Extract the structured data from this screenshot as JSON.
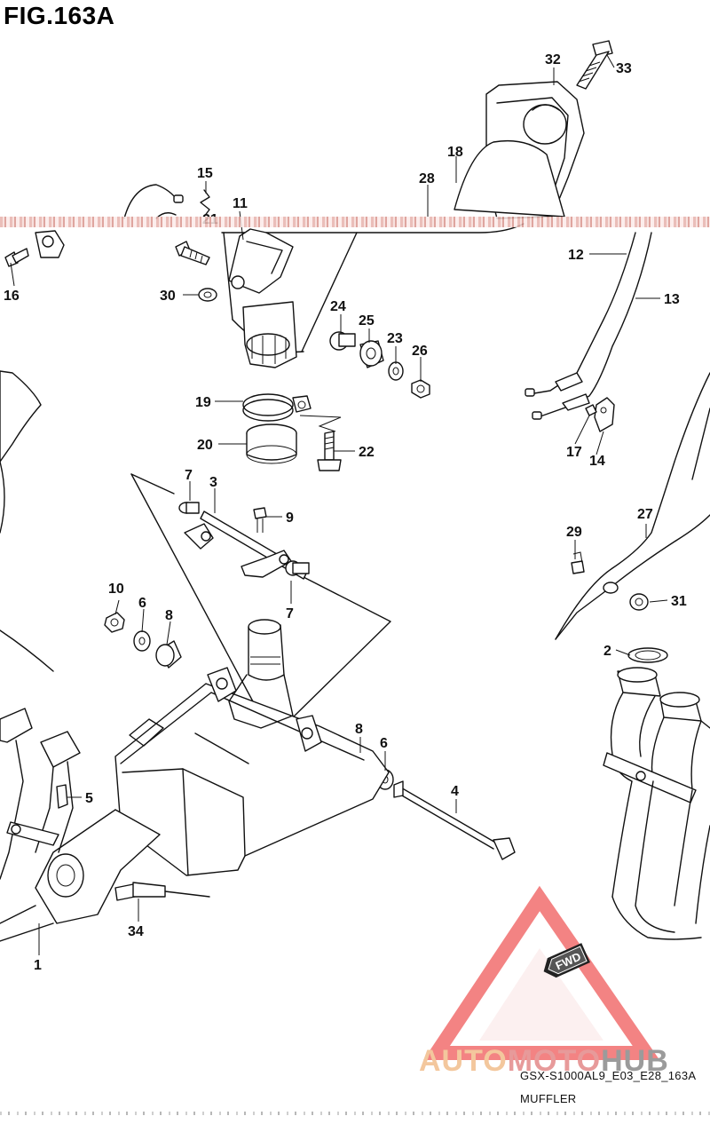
{
  "figure": {
    "title": "FIG.163A"
  },
  "footer": {
    "model_code": "GSX-S1000AL9_E03_E28_163A",
    "caption": "MUFFLER"
  },
  "badge": {
    "fwd_label": "FWD"
  },
  "watermark": {
    "part_a": "AUTO",
    "part_b": "MOTO",
    "part_c": "HUB"
  },
  "callouts": {
    "c1": "1",
    "c2": "2",
    "c3": "3",
    "c4": "4",
    "c5": "5",
    "c6a": "6",
    "c6b": "6",
    "c7a": "7",
    "c7b": "7",
    "c8a": "8",
    "c8b": "8",
    "c9": "9",
    "c10": "10",
    "c11": "11",
    "c12": "12",
    "c13": "13",
    "c14": "14",
    "c15": "15",
    "c16": "16",
    "c17": "17",
    "c18": "18",
    "c19": "19",
    "c20": "20",
    "c21": "21",
    "c22": "22",
    "c23": "23",
    "c24": "24",
    "c25": "25",
    "c26": "26",
    "c27": "27",
    "c28": "28",
    "c29": "29",
    "c30": "30",
    "c31": "31",
    "c32": "32",
    "c33": "33",
    "c34": "34"
  },
  "colors": {
    "line": "#111111",
    "watermark_triangle": "#ef5a5a",
    "watermark_orange": "#f3c79d",
    "watermark_pink": "#e79a9a",
    "watermark_gray": "#9b9b9b",
    "fold_band": "#e7b3ad"
  }
}
